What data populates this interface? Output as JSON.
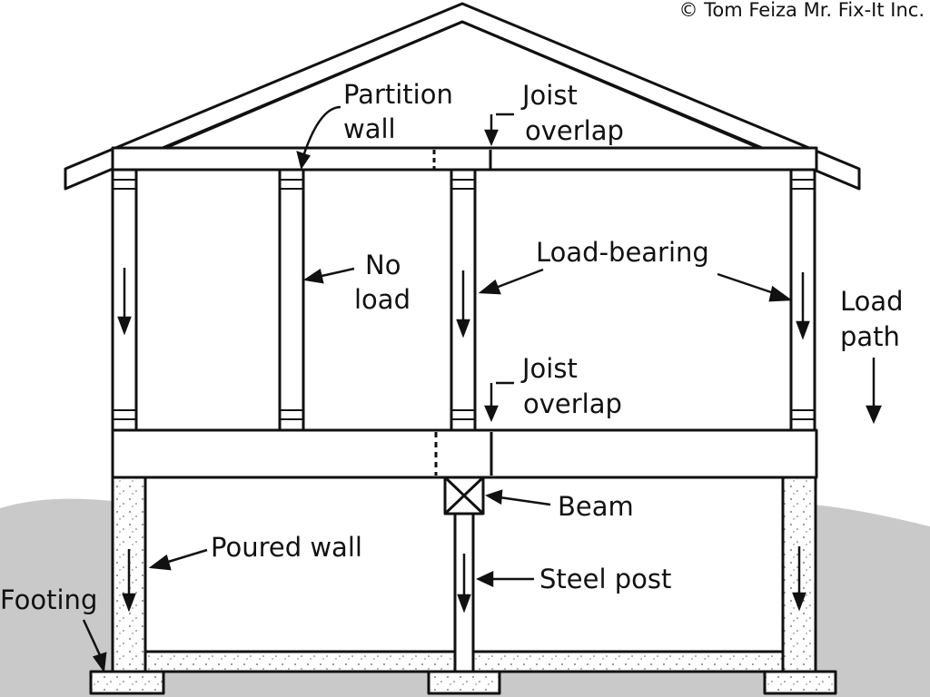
{
  "copyright": "© Tom Feiza Mr. Fix-It Inc.",
  "labels": {
    "partition_wall": [
      "Partition",
      "wall"
    ],
    "joist_overlap_upper": [
      "Joist",
      "overlap"
    ],
    "no_load": [
      "No",
      "load"
    ],
    "load_bearing": "Load-bearing",
    "joist_overlap_lower": [
      "Joist",
      "overlap"
    ],
    "load_path": [
      "Load",
      "path"
    ],
    "beam": "Beam",
    "poured_wall": "Poured wall",
    "steel_post": "Steel post",
    "footing": "Footing"
  },
  "colors": {
    "ink": "#111111",
    "ground": "#c9c9c9",
    "background": "#ffffff"
  }
}
